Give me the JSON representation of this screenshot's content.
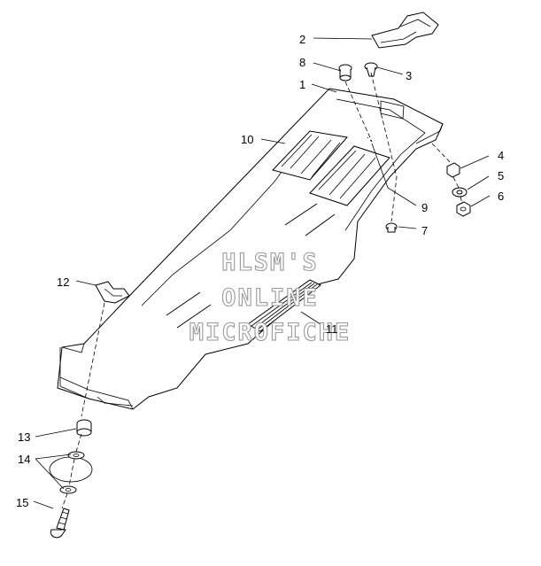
{
  "diagram": {
    "callouts": [
      {
        "id": "c1",
        "label": "1"
      },
      {
        "id": "c2",
        "label": "2"
      },
      {
        "id": "c3",
        "label": "3"
      },
      {
        "id": "c4",
        "label": "4"
      },
      {
        "id": "c5",
        "label": "5"
      },
      {
        "id": "c6",
        "label": "6"
      },
      {
        "id": "c7",
        "label": "7"
      },
      {
        "id": "c8",
        "label": "8"
      },
      {
        "id": "c9",
        "label": "9"
      },
      {
        "id": "c10",
        "label": "10"
      },
      {
        "id": "c11",
        "label": "11"
      },
      {
        "id": "c12",
        "label": "12"
      },
      {
        "id": "c13",
        "label": "13"
      },
      {
        "id": "c14",
        "label": "14"
      },
      {
        "id": "c15",
        "label": "15"
      }
    ],
    "watermark": {
      "line1": "HLSM'S",
      "line2": "ONLINE",
      "line3": "MICROFICHE"
    }
  }
}
